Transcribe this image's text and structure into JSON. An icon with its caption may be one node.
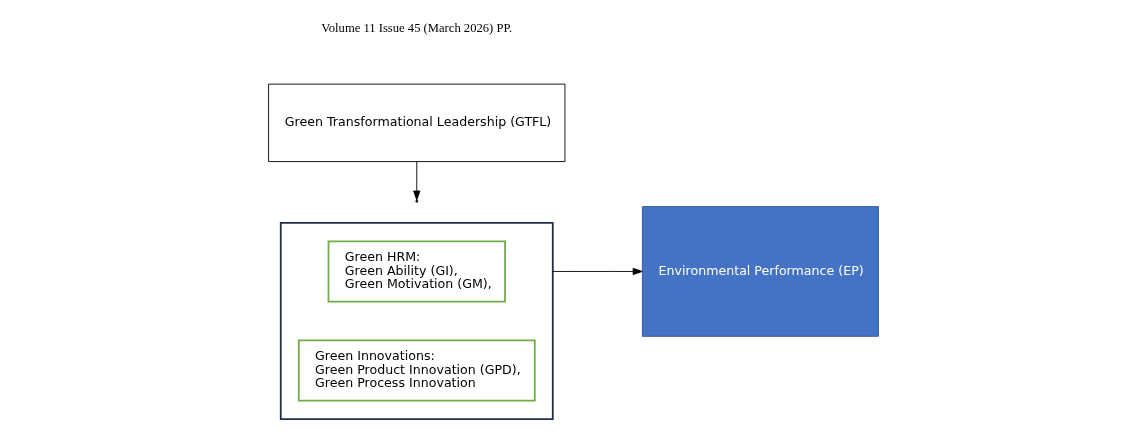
{
  "diagram": {
    "nodes": [
      {
        "text": [],
        "shape": "box"
      },
      {
        "text": [
          "Green HRM:",
          "Green Ability (GI),",
          "Green Motivation (GM),"
        ],
        "in": 0
      },
      {
        "text": [
          "Green Innovations:",
          "Green Product Innovation (GPD),",
          "Green Process Innovation"
        ],
        "in": 0
      },
      {
        "text": [
          "Environmental Performance (EP)"
        ]
      },
      {
        "text": [
          "Green Transformational Leadership (GTFL)"
        ]
      }
    ],
    "edges": [
      {
        "from": 0,
        "to": 3,
        "arrow": "to"
      },
      {
        "from": 4,
        "to": null,
        "arrow": "to"
      }
    ],
    "labels": [
      "Volume 11 Issue 45 (March 2026) PP."
    ]
  }
}
